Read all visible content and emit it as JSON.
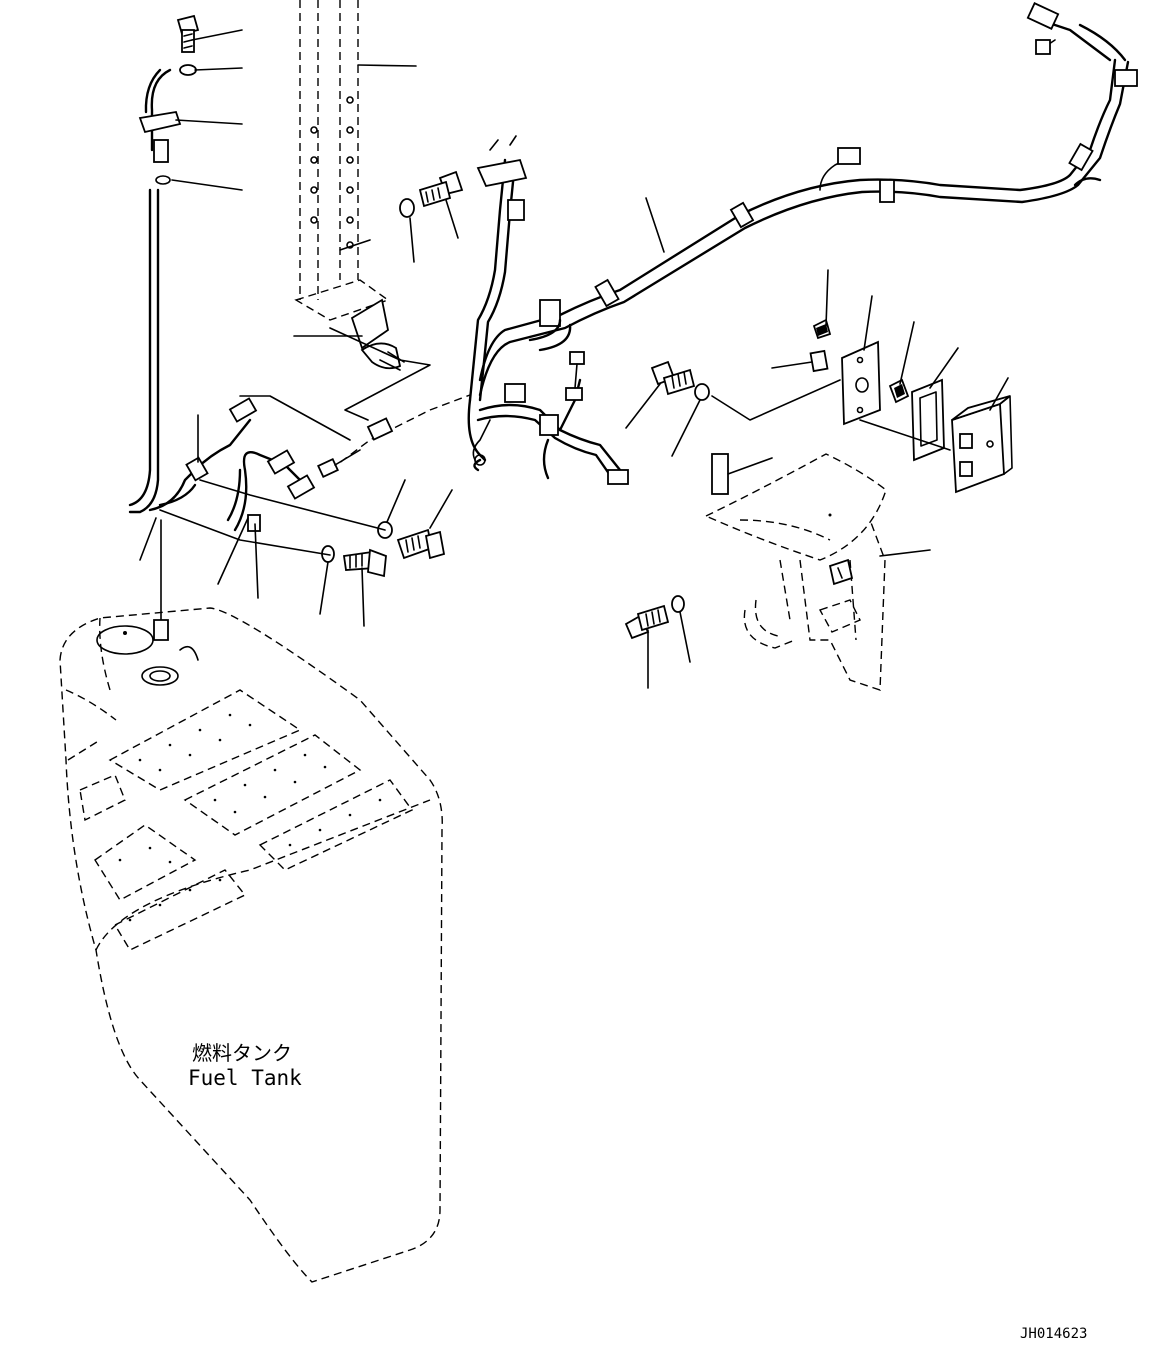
{
  "diagram": {
    "tank_label_jp": "燃料タンク",
    "tank_label_en": "Fuel Tank",
    "drawing_code": "JH014623"
  }
}
